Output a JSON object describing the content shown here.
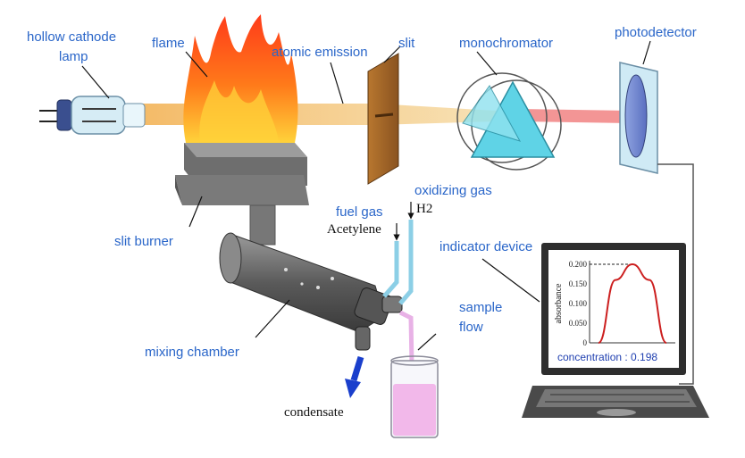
{
  "labels": {
    "hollow_cathode_lamp": [
      "hollow cathode",
      "lamp"
    ],
    "flame": "flame",
    "atomic_emission": "atomic emission",
    "slit": "slit",
    "monochromator": "monochromator",
    "photodetector": "photodetector",
    "oxidizing_gas": "oxidizing gas",
    "fuel_gas": "fuel gas",
    "h2": "H2",
    "acetylene": "Acetylene",
    "slit_burner": "slit burner",
    "indicator_device": "indicator device",
    "mixing_chamber": "mixing chamber",
    "sample_flow": [
      "sample",
      "flow"
    ],
    "condensate": "condensate"
  },
  "display": {
    "concentration": "concentration : 0.198"
  },
  "colors": {
    "label_blue": "#2a66c9",
    "beam": "#f2c16a",
    "flame_outer": "#ff7a1a",
    "flame_inner": "#ffcc33",
    "curve": "#cc1f1f",
    "prism": "#5fd3e6"
  },
  "chart_data": {
    "type": "line",
    "ylabel": "absorbance",
    "yticks": [
      "0.200",
      "0.150",
      "0.100",
      "0.050",
      "0"
    ],
    "ylim": [
      0,
      0.2
    ],
    "x": [
      0,
      0.25,
      0.5,
      0.75,
      1
    ],
    "values": [
      0,
      0.16,
      0.2,
      0.16,
      0
    ],
    "grid": false
  }
}
